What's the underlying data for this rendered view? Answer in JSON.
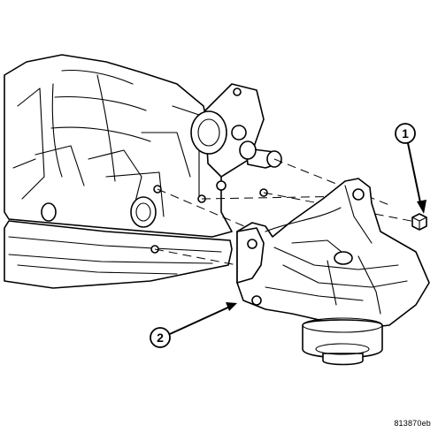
{
  "diagram": {
    "figure_code": "813870eb",
    "callouts": [
      {
        "number": "1",
        "target": "mounting-bolt"
      },
      {
        "number": "2",
        "target": "transmission-mount-bracket"
      }
    ]
  }
}
